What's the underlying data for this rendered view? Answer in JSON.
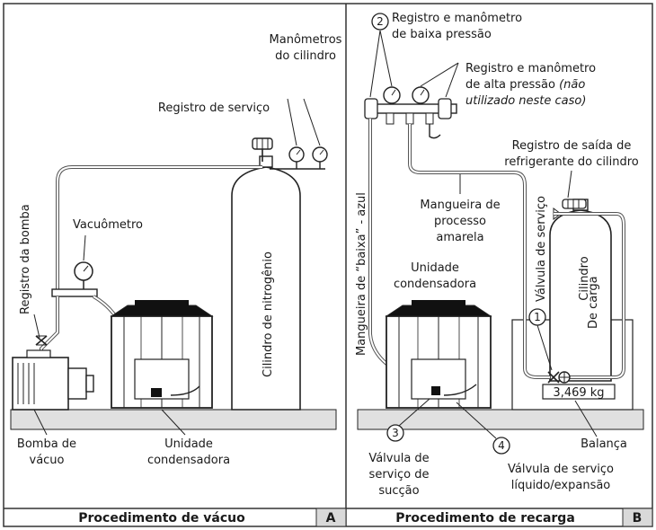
{
  "panel_a": {
    "caption": "Procedimento de vácuo",
    "letter": "A",
    "labels": {
      "cylinder_gauges": [
        "Manômetros",
        "do cilindro"
      ],
      "service_valve": "Registro de serviço",
      "pump_valve": "Registro da bomba",
      "vacuometer": "Vacuômetro",
      "nitrogen_cylinder": "Cilindro de nitrogênio",
      "vacuum_pump": [
        "Bomba de",
        "vácuo"
      ],
      "condenser_unit": [
        "Unidade",
        "condensadora"
      ]
    }
  },
  "panel_b": {
    "caption": "Procedimento de recarga",
    "letter": "B",
    "labels": {
      "low_pressure": [
        "Registro e manômetro",
        "de baixa pressão"
      ],
      "high_pressure_line1": "Registro e manômetro",
      "high_pressure_line2a": "de alta pressão ",
      "high_pressure_line2b": "(não",
      "high_pressure_line3": "utilizado neste caso)",
      "cylinder_outlet": [
        "Registro de saída de",
        "refrigerante do cilindro"
      ],
      "process_hose": [
        "Mangueira de",
        "processo",
        "amarela"
      ],
      "service_valve_vertical": "Válvula de serviço",
      "low_hose_vertical": "Mangueira de “baixa” - azul",
      "condenser_unit": [
        "Unidade",
        "condensadora"
      ],
      "charge_cylinder": [
        "Cilindro",
        "De carga"
      ],
      "scale_reading": "3,469 kg",
      "scale": "Balança",
      "suction_valve": [
        "Válvula de",
        "serviço de",
        "sucção"
      ],
      "liquid_valve": [
        "Válvula de serviço",
        "líquido/expansão"
      ],
      "markers": [
        "1",
        "2",
        "3",
        "4"
      ]
    }
  },
  "colors": {
    "frame": "#333333",
    "caption_bg": "#ffffff",
    "letter_bg": "#d9d9d9",
    "ground": "#e0e0e0",
    "cylinder": "#ffffff"
  }
}
